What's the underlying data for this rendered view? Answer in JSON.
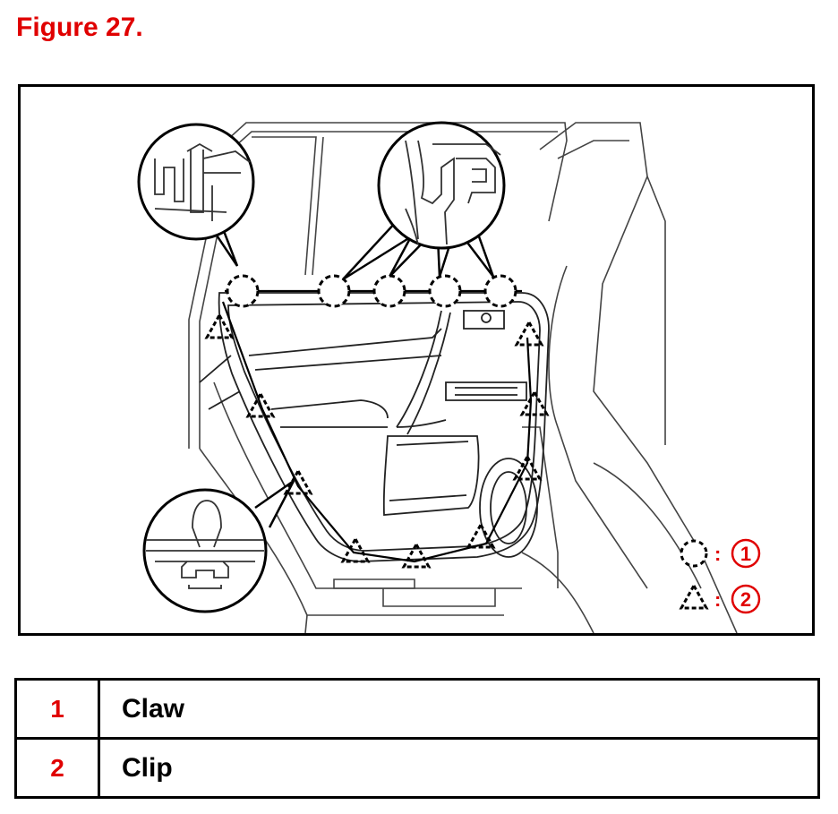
{
  "figure": {
    "title": "Figure 27."
  },
  "key": [
    {
      "symbol": "circle-dashed",
      "colon": ":",
      "number": "1"
    },
    {
      "symbol": "triangle-dashed",
      "colon": ":",
      "number": "2"
    }
  ],
  "legend_rows": [
    {
      "number": "1",
      "label": "Claw"
    },
    {
      "number": "2",
      "label": "Clip"
    }
  ],
  "colors": {
    "accent": "#e00000",
    "line": "#000000"
  }
}
